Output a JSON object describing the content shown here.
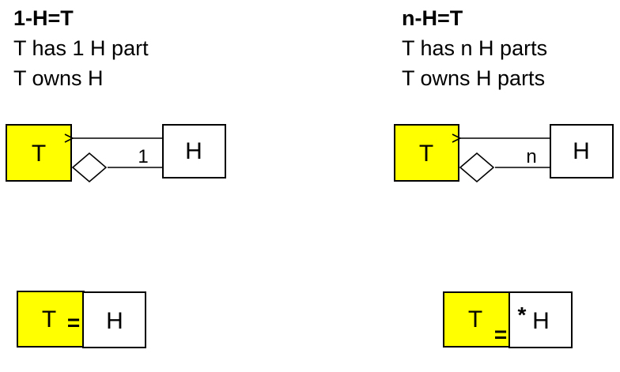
{
  "left": {
    "title": "1-H=T",
    "line1": "T has 1 H part",
    "line2": "T owns H",
    "whole_label": "T",
    "part_label": "H",
    "multiplicity": "1",
    "compact_whole": "T",
    "compact_equals": "=",
    "compact_part": "H"
  },
  "right": {
    "title": "n-H=T",
    "line1": "T has n H parts",
    "line2": "T owns H parts",
    "whole_label": "T",
    "part_label": "H",
    "multiplicity": "n",
    "compact_whole": "T",
    "compact_equals": "=",
    "compact_star": "*",
    "compact_part": "H"
  },
  "colors": {
    "whole_fill": "#ffff00",
    "part_fill": "#ffffff",
    "stroke": "#000000"
  }
}
